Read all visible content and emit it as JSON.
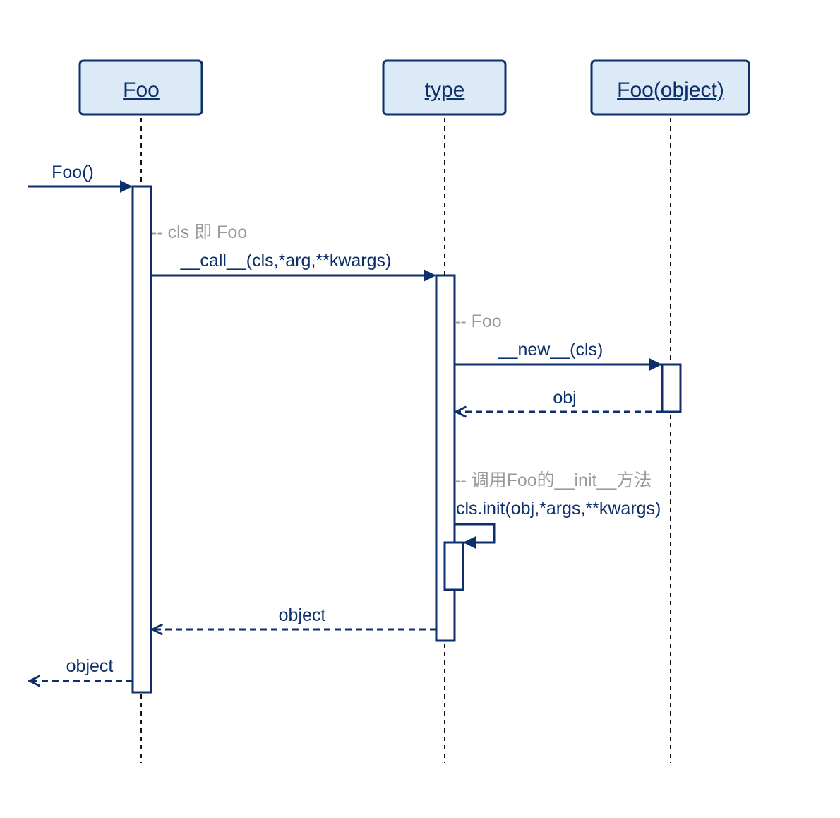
{
  "participants": {
    "foo": "Foo",
    "type": "type",
    "foo_object": "Foo(object)"
  },
  "messages": {
    "foo_call": "Foo()",
    "call": "__call__(cls,*arg,**kwargs)",
    "new": "__new__(cls)",
    "obj": "obj",
    "init": "cls.init(obj,*args,**kwargs)",
    "object_return_type": "object",
    "object_return_foo": "object"
  },
  "notes": {
    "cls_is_foo": "-- cls 即 Foo",
    "foo": "-- Foo",
    "call_init": "-- 调用Foo的__init__方法"
  },
  "colors": {
    "primary": "#0d2f6b",
    "box_fill": "#dce9f7",
    "note_text": "#9a9a9a"
  }
}
